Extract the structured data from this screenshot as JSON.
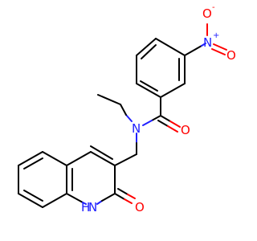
{
  "molecule": {
    "atoms": {
      "nitro_n": "N",
      "nitro_n_charge": "+",
      "nitro_o_top": "O",
      "nitro_o_top_charge": "-",
      "nitro_o_right": "O",
      "amide_o": "O",
      "amide_n": "N",
      "quinolinone_o": "O",
      "quinolinone_nh": "H",
      "quinolinone_n": "N"
    },
    "colors": {
      "carbon_bond": "#000000",
      "nitrogen": "#2020ff",
      "oxygen": "#ff0000"
    }
  }
}
